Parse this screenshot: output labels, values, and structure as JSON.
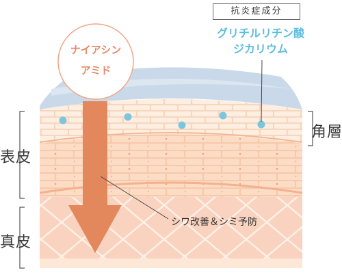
{
  "labels": {
    "category_tag": "抗炎症成分",
    "ingredient_blue_line1": "グリチルリチン酸",
    "ingredient_blue_line2": "ジカリウム",
    "ingredient_circle_line1": "ナイアシン",
    "ingredient_circle_line2": "アミド",
    "layer_epidermis": "表皮",
    "layer_dermis": "真皮",
    "layer_stratum_corneum": "角層",
    "effect": "シワ改善＆シミ予防"
  },
  "colors": {
    "arrow": "#e3875d",
    "dot_blue": "#7cc6dd",
    "surface_blue": "#c8d8e8",
    "brick_light": "#fbe6d6",
    "brick_dark": "#f7cfb2",
    "dermis": "#f9d2be",
    "text_blue": "#5ebde0",
    "text_orange": "#e78a63"
  },
  "icons": {
    "dots": "blue-particle-icon",
    "arrow": "penetration-arrow-icon"
  }
}
